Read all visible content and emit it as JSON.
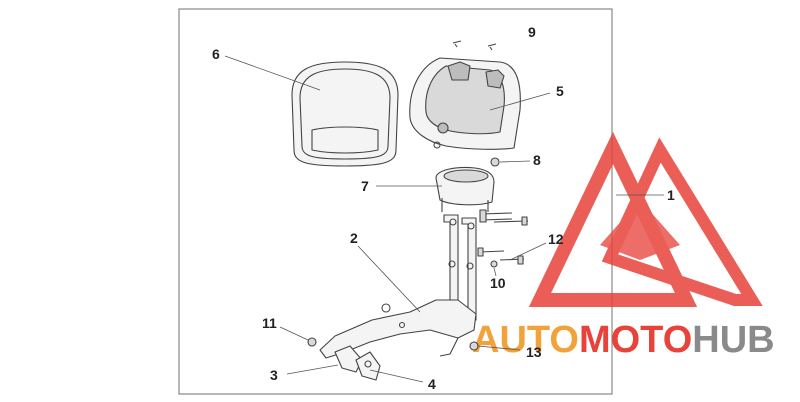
{
  "callouts": {
    "c1": "1",
    "c2": "2",
    "c3": "3",
    "c4": "4",
    "c5": "5",
    "c6": "6",
    "c7": "7",
    "c8": "8",
    "c9": "9",
    "c10": "10",
    "c11": "11",
    "c12": "12",
    "c13": "13"
  },
  "watermark": {
    "word_a": "AUTO",
    "word_b": "MOTO",
    "word_c": "HUB",
    "color_red": "#e8433a",
    "color_orange": "#f2a23a",
    "color_gray": "#8a8a8a"
  },
  "colors": {
    "frame": "#888888",
    "line": "#444444"
  }
}
